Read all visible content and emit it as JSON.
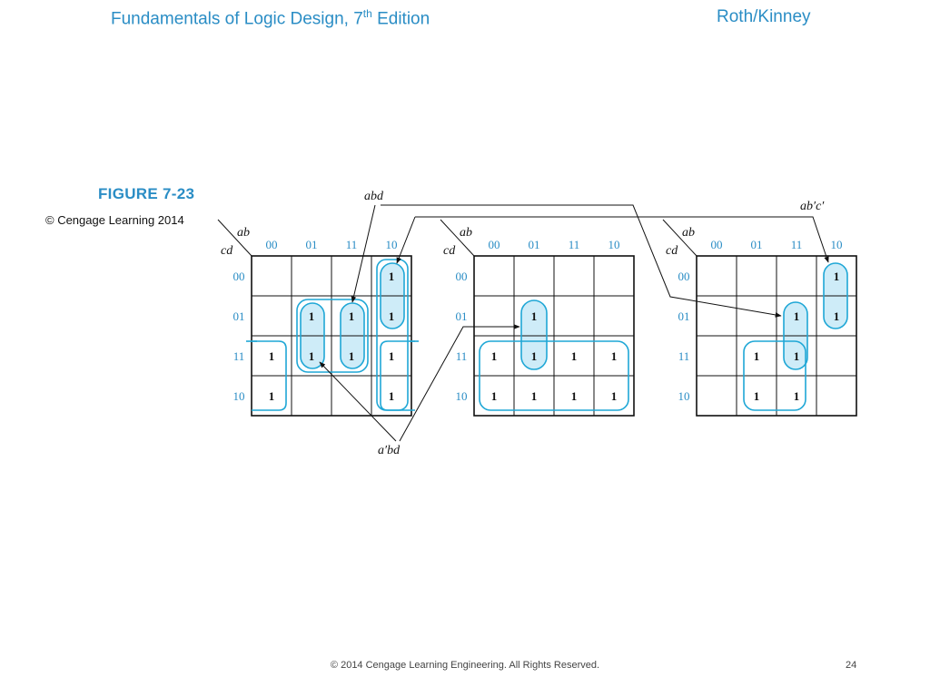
{
  "header": {
    "title_main": "Fundamentals of Logic Design, 7",
    "title_sup": "th",
    "title_rest": " Edition",
    "author": "Roth/Kinney"
  },
  "figure": {
    "label": "FIGURE 7-23",
    "copyright": "© Cengage Learning 2014"
  },
  "kmap": {
    "row_var": "cd",
    "col_var": "ab",
    "col_codes": [
      "00",
      "01",
      "11",
      "10"
    ],
    "row_codes": [
      "00",
      "01",
      "11",
      "10"
    ],
    "maps": [
      {
        "cells": [
          [
            0,
            0,
            0,
            1
          ],
          [
            0,
            1,
            1,
            1
          ],
          [
            1,
            1,
            1,
            1
          ],
          [
            1,
            0,
            0,
            1
          ]
        ]
      },
      {
        "cells": [
          [
            0,
            0,
            0,
            0
          ],
          [
            0,
            1,
            0,
            0
          ],
          [
            1,
            1,
            1,
            1
          ],
          [
            1,
            1,
            1,
            1
          ]
        ]
      },
      {
        "cells": [
          [
            0,
            0,
            0,
            1
          ],
          [
            0,
            0,
            1,
            1
          ],
          [
            0,
            1,
            1,
            0
          ],
          [
            0,
            1,
            1,
            0
          ]
        ]
      }
    ],
    "one_symbol": "1"
  },
  "annotations": {
    "abd": "abd",
    "abc": "ab′c′",
    "abd_prime": "a′bd"
  },
  "colors": {
    "accent": "#2a8dc5",
    "loop": "#1fa7d6",
    "fill": "#c6e9f7",
    "grid": "#111111"
  },
  "footer": {
    "copyright": "© 2014 Cengage Learning Engineering. All Rights Reserved.",
    "page": "24"
  }
}
